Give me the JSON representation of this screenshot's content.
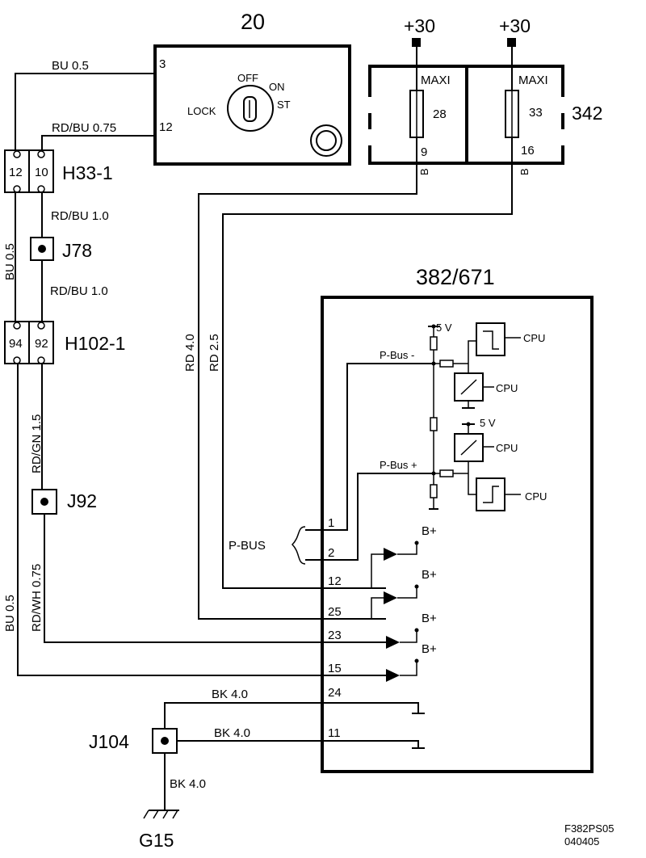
{
  "components": {
    "ignition": {
      "id": "20",
      "pin3": "3",
      "pin12": "12",
      "off": "OFF",
      "on": "ON",
      "lock": "LOCK",
      "st": "ST"
    },
    "fusebox": {
      "id": "342",
      "supply": "+30",
      "maxi": "MAXI",
      "fuse1": "28",
      "fuse2": "33",
      "out1": "9",
      "out2": "16",
      "b": "B"
    },
    "h33": {
      "id": "H33-1",
      "pinA": "12",
      "pinB": "10"
    },
    "h102": {
      "id": "H102-1",
      "pinA": "94",
      "pinB": "92"
    },
    "j78": "J78",
    "j92": "J92",
    "j104": "J104",
    "g15": "G15",
    "module": {
      "id": "382/671",
      "pbus_label": "P-BUS",
      "pbus_minus": "P-Bus -",
      "pbus_plus": "P-Bus +",
      "five_v": "5 V",
      "cpu": "CPU",
      "b_plus": "B+",
      "pins": [
        "1",
        "2",
        "12",
        "25",
        "23",
        "15",
        "24",
        "11"
      ]
    }
  },
  "wires": {
    "bu05": "BU  0.5",
    "rdbu075": "RD/BU  0.75",
    "rdbu10": "RD/BU 1.0",
    "bu05v": "BU  0.5",
    "rdgn15": "RD/GN  1.5",
    "rdwh075": "RD/WH  0.75",
    "rd40": "RD  4.0",
    "rd25": "RD  2.5",
    "bk40": "BK  4.0",
    "bk40b": "BK 4.0"
  },
  "footer": {
    "code": "F382PS05",
    "date": "040405"
  }
}
